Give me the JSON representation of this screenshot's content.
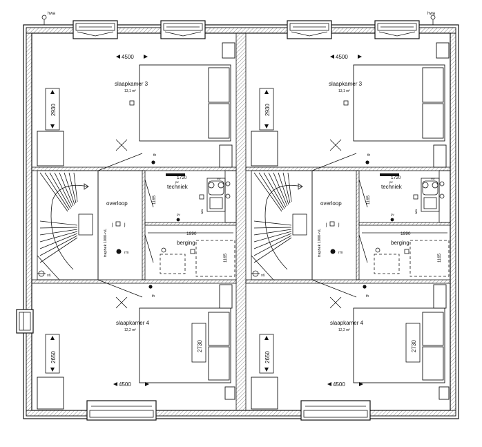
{
  "plan": {
    "top_labels": {
      "left": "hwa",
      "right": "hwa"
    },
    "units": [
      {
        "rooms": {
          "slaapkamer_3": {
            "name": "slaapkamer 3",
            "area": "13,1 m²"
          },
          "slaapkamer_4": {
            "name": "slaapkamer 4",
            "area": "12,2 m²"
          },
          "overloop": "overloop",
          "techniek": "techniek",
          "berging": "berging",
          "traphek": "traphek 1000+vL"
        },
        "dims": {
          "top_width": "4500",
          "bottom_width": "4500",
          "sk3_height": "2930",
          "sk4_height": "2650",
          "sk4_right": "2730",
          "tech_width": "1720",
          "tech_height": "1165",
          "berg_width": "1990",
          "berg_height": "1165"
        },
        "symbols": {
          "th": "th",
          "pv": "pv",
          "rm": "rm",
          "j": "j",
          "wm": "wm",
          "vw": "vw",
          "stl": "stl."
        }
      },
      {
        "rooms": {
          "slaapkamer_3": {
            "name": "slaapkamer 3",
            "area": "13,1 m²"
          },
          "slaapkamer_4": {
            "name": "slaapkamer 4",
            "area": "12,2 m²"
          },
          "overloop": "overloop",
          "techniek": "techniek",
          "berging": "berging",
          "traphek": "traphek 1000+vL"
        },
        "dims": {
          "top_width": "4500",
          "bottom_width": "4500",
          "sk3_height": "2930",
          "sk4_height": "2650",
          "sk4_right": "2730",
          "tech_width": "1720",
          "tech_height": "1165",
          "berg_width": "1990",
          "berg_height": "1165"
        },
        "symbols": {
          "th": "th",
          "pv": "pv",
          "rm": "rm",
          "j": "j",
          "wm": "wm",
          "vw": "vw",
          "stl": "stl."
        }
      }
    ]
  }
}
